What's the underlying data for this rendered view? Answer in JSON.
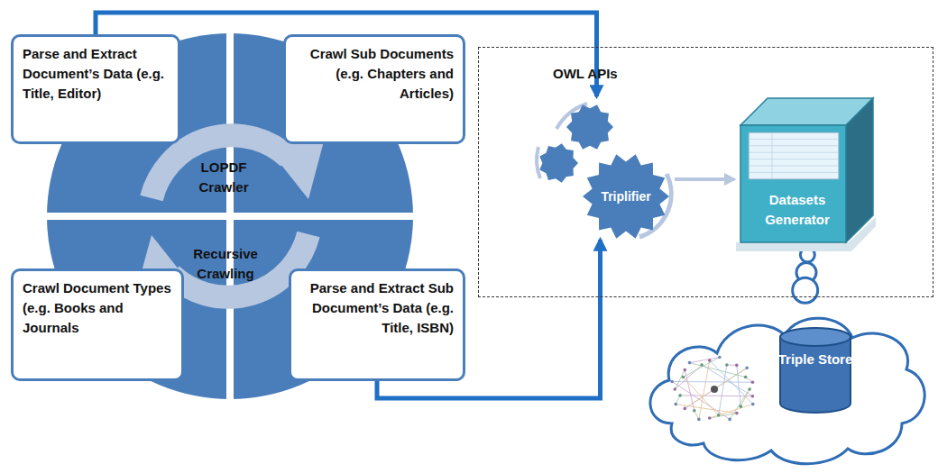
{
  "diagram": {
    "nodes": [
      {
        "text": [
          "Parse and Extract Document’s Data (e.g. Title, Editor)"
        ]
      },
      {
        "text": [
          "Crawl Sub Documents (e.g. Chapters and Articles)"
        ]
      },
      {
        "text": [
          "Crawl Document Types (e.g. Books and Journals"
        ]
      },
      {
        "text": [
          "Parse and Extract Sub Document’s Data (e.g. Title, ISBN)"
        ]
      },
      {
        "text": [
          "LOPDF Crawler",
          "Recursive Crawling"
        ]
      },
      {
        "text": [
          "OWL APIs"
        ]
      },
      {
        "text": [
          "Triplifier"
        ],
        "in": 5
      },
      {
        "text": [
          "Datasets Generator"
        ],
        "in": 5
      },
      {
        "text": [
          "Triple Store"
        ]
      }
    ],
    "edges": [
      {
        "from": 0,
        "to": 6,
        "arrow": "to"
      },
      {
        "from": 3,
        "to": 6,
        "arrow": "to"
      },
      {
        "from": 6,
        "to": 7,
        "arrow": "to"
      },
      {
        "from": 7,
        "to": 8,
        "arrow": "none"
      }
    ]
  }
}
